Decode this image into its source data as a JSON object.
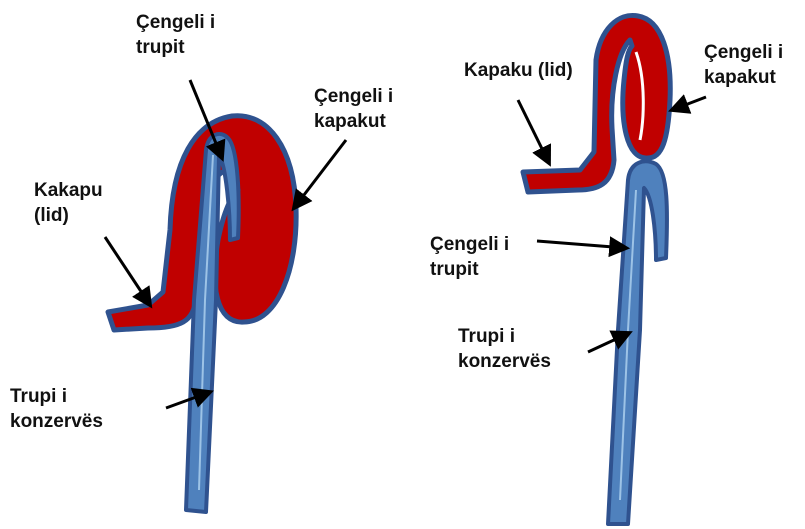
{
  "colors": {
    "lid_red": "#c00000",
    "body_blue": "#4f81bd",
    "outline_blue": "#2f528f",
    "arrow": "#000000"
  },
  "left_diagram": {
    "body_hook_label": [
      "Çengeli i",
      "trupit"
    ],
    "lid_hook_label": [
      "Çengeli i",
      "kapakut"
    ],
    "lid_label": [
      "Kakapu",
      "(lid)"
    ],
    "body_label": [
      "Trupi i",
      "konzervës"
    ]
  },
  "right_diagram": {
    "lid_label": [
      "Kapaku (lid)"
    ],
    "lid_hook_label": [
      "Çengeli i",
      "kapakut"
    ],
    "body_hook_label": [
      "Çengeli i",
      "trupit"
    ],
    "body_label": [
      "Trupi i",
      "konzervës"
    ]
  }
}
